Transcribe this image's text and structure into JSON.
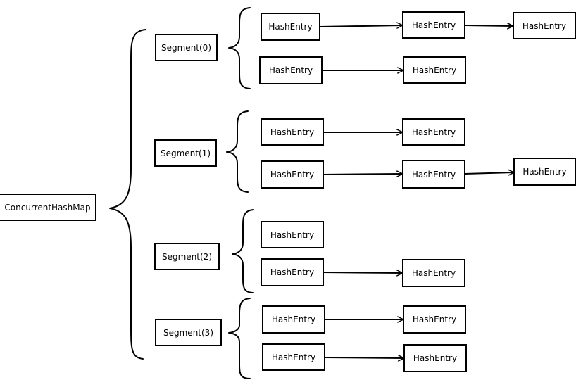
{
  "root": {
    "label": "ConcurrentHashMap"
  },
  "segments": [
    {
      "label": "Segment(0)",
      "chains": [
        [
          "HashEntry",
          "HashEntry",
          "HashEntry"
        ],
        [
          "HashEntry",
          "HashEntry"
        ]
      ]
    },
    {
      "label": "Segment(1)",
      "chains": [
        [
          "HashEntry",
          "HashEntry"
        ],
        [
          "HashEntry",
          "HashEntry",
          "HashEntry"
        ]
      ]
    },
    {
      "label": "Segment(2)",
      "chains": [
        [
          "HashEntry"
        ],
        [
          "HashEntry",
          "HashEntry"
        ]
      ]
    },
    {
      "label": "Segment(3)",
      "chains": [
        [
          "HashEntry",
          "HashEntry"
        ],
        [
          "HashEntry",
          "HashEntry"
        ]
      ]
    }
  ],
  "colors": {
    "stroke": "#000000",
    "background": "#ffffff"
  }
}
